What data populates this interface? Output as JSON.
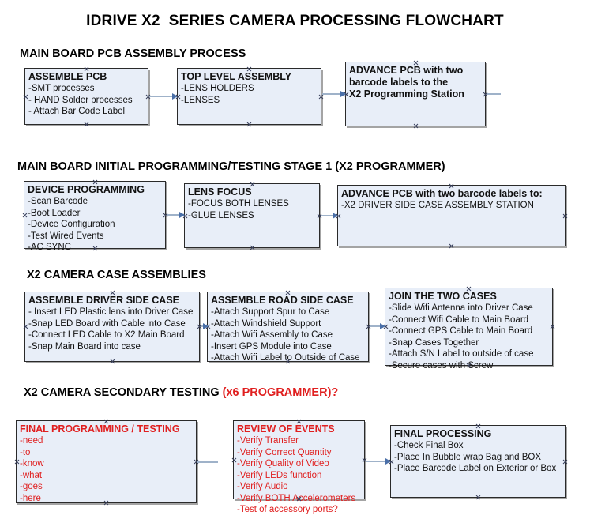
{
  "document": {
    "title": "IDRIVE X2  SERIES CAMERA PROCESSING FLOWCHART"
  },
  "colors": {
    "box_fill": "#e8eef8",
    "box_border": "#2a2a2a",
    "connector_line": "#9fb2c9",
    "connector_arrow": "#4a6fa8",
    "text": "#111111",
    "accent_red": "#e01f1f"
  },
  "sections": [
    {
      "id": "main-board-pcb-assembly",
      "title": "MAIN BOARD PCB ASSEMBLY PROCESS",
      "title_accent": "",
      "boxes": [
        {
          "id": "assemble-pcb",
          "header": "ASSEMBLE PCB",
          "lines": [
            "-SMT processes",
            "- HAND Solder processes",
            "- Attach Bar Code Label"
          ]
        },
        {
          "id": "top-level-assembly",
          "header": "TOP LEVEL ASSEMBLY",
          "lines": [
            "-LENS HOLDERS",
            "-LENSES"
          ]
        },
        {
          "id": "advance-pcb-to-x2-programming-station",
          "header": "ADVANCE PCB with two\nbarcode labels to the\n X2 Programming Station",
          "lines": []
        }
      ]
    },
    {
      "id": "main-board-initial-programming",
      "title": "MAIN BOARD INITIAL PROGRAMMING/TESTING STAGE 1 (X2 PROGRAMMER)",
      "title_accent": "",
      "boxes": [
        {
          "id": "device-programming",
          "header": "DEVICE PROGRAMMING",
          "lines": [
            "-Scan Barcode",
            "-Boot Loader",
            "-Device Configuration",
            "-Test Wired Events",
            "-AC SYNC"
          ]
        },
        {
          "id": "lens-focus",
          "header": "LENS FOCUS",
          "lines": [
            "-FOCUS BOTH LENSES",
            "-GLUE LENSES"
          ]
        },
        {
          "id": "advance-pcb-to-driver-side-case-assembly",
          "header": "ADVANCE PCB with two barcode labels to:",
          "lines": [
            "-X2 DRIVER  SIDE  CASE  ASSEMBLY STATION"
          ]
        }
      ]
    },
    {
      "id": "x2-camera-case-assemblies",
      "title": "X2 CAMERA CASE ASSEMBLIES",
      "title_accent": "",
      "boxes": [
        {
          "id": "assemble-driver-side-case",
          "header": "ASSEMBLE DRIVER SIDE CASE",
          "lines": [
            "- Insert LED Plastic lens into Driver Case",
            "-Snap LED Board with Cable into Case",
            "-Connect LED Cable to X2 Main Board",
            "-Snap Main Board into case"
          ]
        },
        {
          "id": "assemble-road-side-case",
          "header": "ASSEMBLE ROAD SIDE CASE",
          "lines": [
            "-Attach Support Spur to Case",
            "-Attach Windshield Support",
            "-Attach Wifi Assembly to Case",
            "-Insert GPS Module into Case",
            "-Attach Wifi Label to Outside of Case"
          ]
        },
        {
          "id": "join-the-two-cases",
          "header": "JOIN THE TWO CASES",
          "lines": [
            "-Slide Wifi Antenna into Driver Case",
            "-Connect Wifi Cable to Main Board",
            "-Connect GPS Cable to Main Board",
            "-Snap Cases Together",
            "-Attach S/N Label to outside of case",
            "-Secure cases with Screw"
          ]
        }
      ]
    },
    {
      "id": "x2-camera-secondary-testing",
      "title": "X2 CAMERA SECONDARY TESTING ",
      "title_accent": "(x6 PROGRAMMER)?",
      "boxes": [
        {
          "id": "final-programming-testing",
          "header": "FINAL PROGRAMMING / TESTING",
          "lines": [
            "-need",
            "-to",
            "-know",
            "-what",
            "-goes",
            "-here"
          ]
        },
        {
          "id": "review-of-events",
          "header": "REVIEW OF EVENTS",
          "lines": [
            "-Verify Transfer",
            "-Verify Correct Quantity",
            "-Verify Quality of Video",
            "-Verify LEDs function",
            "-Verify Audio",
            "-Verify BOTH Accelerometers",
            "-Test of accessory ports?"
          ]
        },
        {
          "id": "final-processing",
          "header": "FINAL PROCESSING",
          "lines": [
            " -Check Final Box",
            "-Place In Bubble wrap Bag and BOX",
            "-Place Barcode Label on Exterior or Box"
          ]
        }
      ]
    }
  ]
}
